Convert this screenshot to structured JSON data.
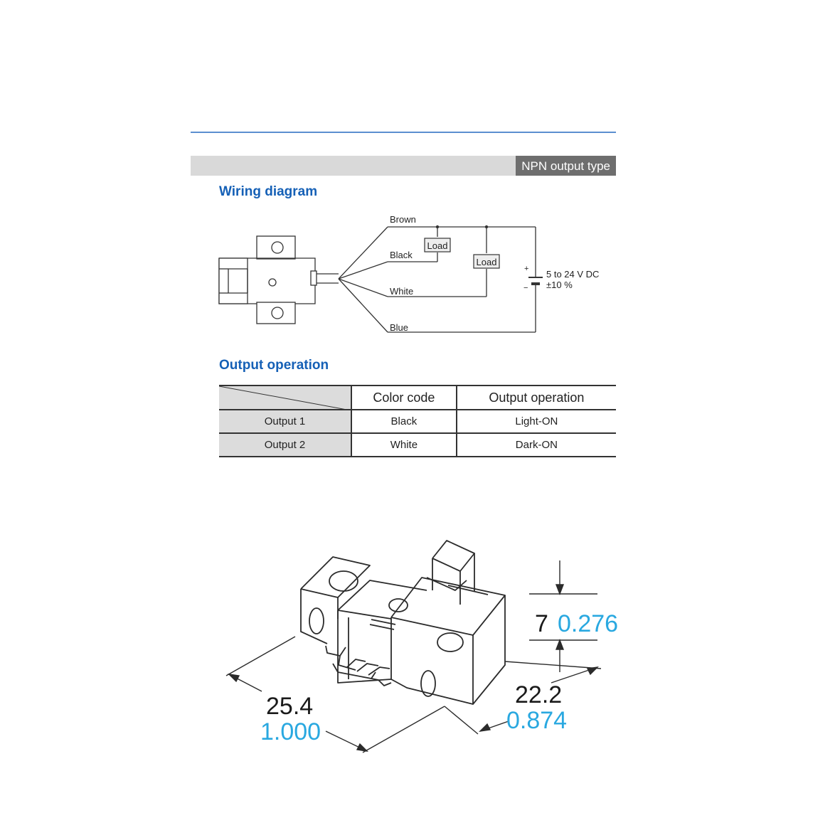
{
  "header": {
    "tab_label": "NPN output type"
  },
  "wiring": {
    "heading": "Wiring diagram",
    "wires": {
      "brown": "Brown",
      "black": "Black",
      "white": "White",
      "blue": "Blue"
    },
    "load_label": "Load",
    "supply_plus": "+",
    "supply_minus": "−",
    "supply_line1": "5 to 24 V DC",
    "supply_line2": "±10 %"
  },
  "output_operation": {
    "heading": "Output operation",
    "columns": [
      "",
      "Color code",
      "Output operation"
    ],
    "rows": [
      {
        "name": "Output 1",
        "color_code": "Black",
        "operation": "Light-ON"
      },
      {
        "name": "Output 2",
        "color_code": "White",
        "operation": "Dark-ON"
      }
    ]
  },
  "dimensions": {
    "height_mm": "7",
    "height_in": "0.276",
    "depth_mm": "22.2",
    "depth_in": "0.874",
    "width_mm": "25.4",
    "width_in": "1.000",
    "colors": {
      "mm": "#1a1a1a",
      "inch": "#29a8e0"
    }
  }
}
